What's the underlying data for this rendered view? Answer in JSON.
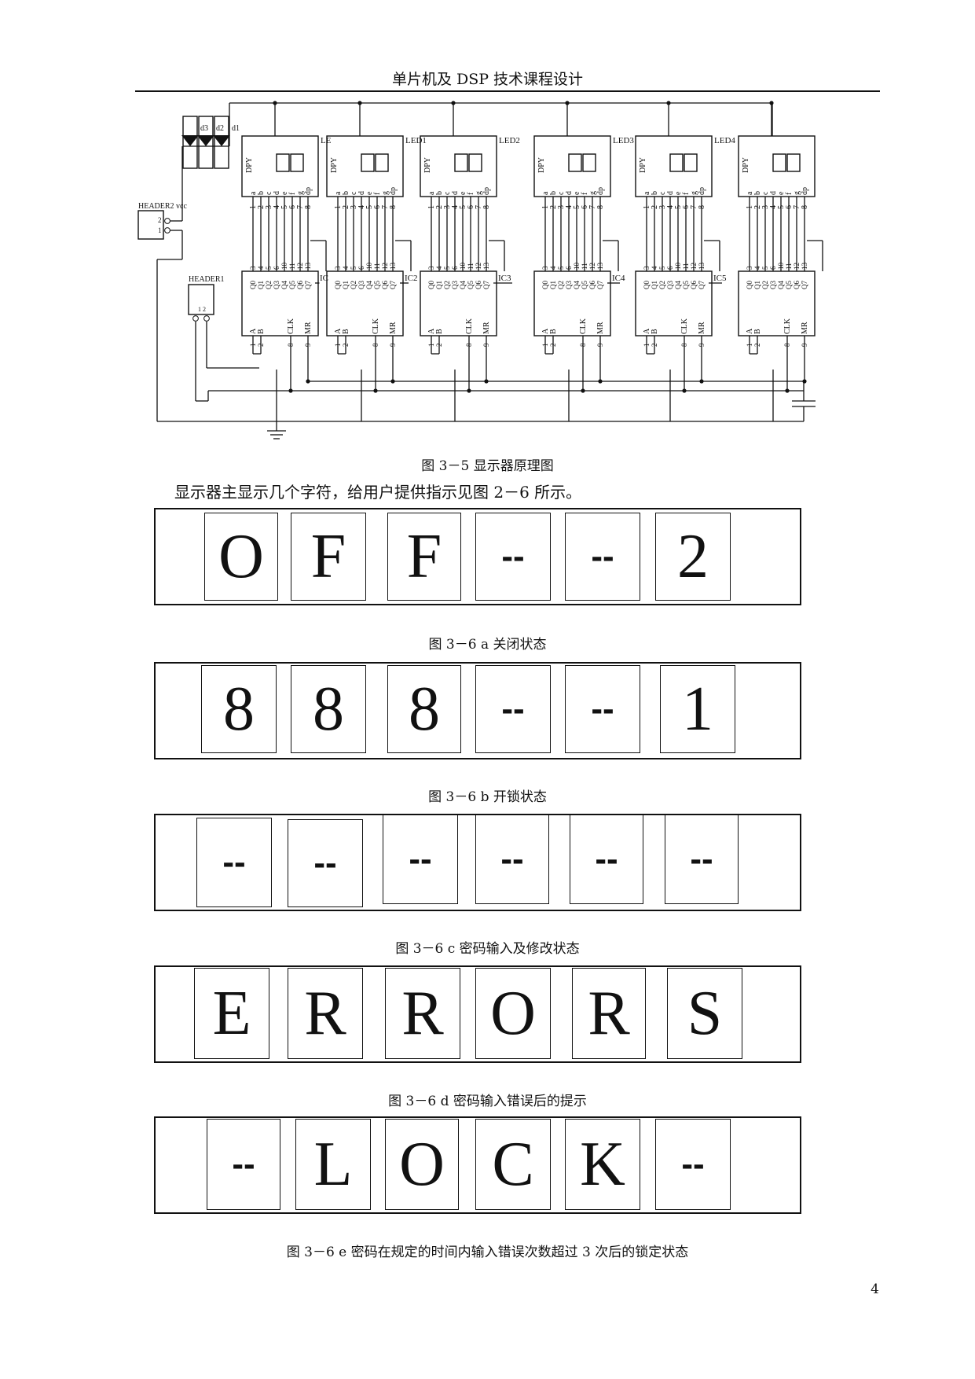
{
  "header": {
    "title": "单片机及 DSP 技术课程设计"
  },
  "schematic": {
    "led_labels": [
      "LE",
      "LED1",
      "LED2",
      "LED3",
      "LED4",
      ""
    ],
    "ic_labels": [
      "IC",
      "IC2",
      "IC3",
      "IC4",
      "IC5",
      ""
    ],
    "dpy_label": "DPY",
    "seg_letters": [
      "a",
      "b",
      "c",
      "d",
      "e",
      "f",
      "g",
      "dp"
    ],
    "seg_pins": [
      "1",
      "2",
      "3",
      "4",
      "5",
      "6",
      "7",
      "8"
    ],
    "q_labels": [
      "Q0",
      "Q1",
      "Q2",
      "Q3",
      "Q4",
      "Q5",
      "Q6",
      "Q7"
    ],
    "q_pins": [
      "3",
      "4",
      "5",
      "6",
      "10",
      "11",
      "12",
      "13"
    ],
    "ctrl_labels": [
      "A",
      "B",
      "CLK",
      "MR"
    ],
    "ctrl_pins": [
      "1",
      "2",
      "8",
      "9"
    ],
    "header1": "HEADER1",
    "header2": "HEADER2",
    "vcc": "vcc",
    "diodes": [
      "d3",
      "d2",
      "d1"
    ],
    "header_pins": [
      "2",
      "1"
    ]
  },
  "captions": {
    "fig35": "图 3－5  显示器原理图",
    "intro": "显示器主显示几个字符，给用户提供指示见图 2－6 所示。",
    "fig36a": "图 3－6 a 关闭状态",
    "fig36b": "图 3－6 b  开锁状态",
    "fig36c": "图 3－6 c  密码输入及修改状态",
    "fig36d": "图 3－6 d  密码输入错误后的提示",
    "fig36e": "图 3－6 e 密码在规定的时间内输入错误次数超过 3 次后的锁定状态"
  },
  "displays": [
    [
      "O",
      "F",
      "F",
      "--",
      "--",
      "2"
    ],
    [
      "8",
      "8",
      "8",
      "--",
      "--",
      "1"
    ],
    [
      "--",
      "--",
      "--",
      "--",
      "--",
      "--"
    ],
    [
      "E",
      "R",
      "R",
      "O",
      "R",
      "S"
    ],
    [
      "--",
      "L",
      "O",
      "C",
      "K",
      "--"
    ]
  ],
  "page_number": "4"
}
